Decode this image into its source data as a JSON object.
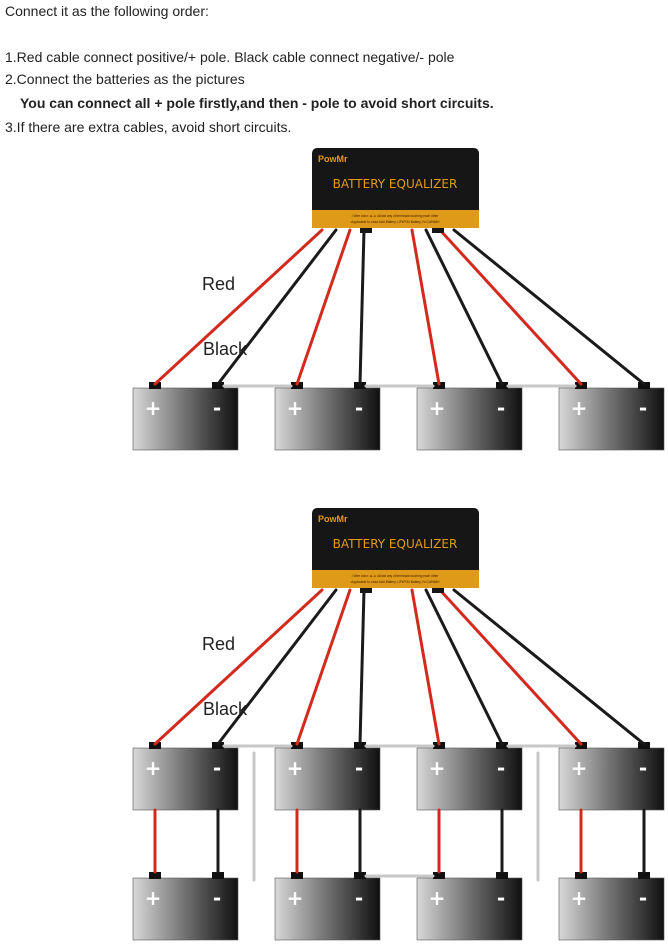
{
  "instructions": {
    "heading": "Connect it as the following order:",
    "step1": "1.Red cable connect positive/+ pole. Black cable connect negative/- pole",
    "step2": "2.Connect the batteries as the pictures",
    "step2_note": "You can connect all + pole firstly,and then - pole to avoid short circuits.",
    "step3": "3.If there are extra cables, avoid short circuits."
  },
  "equalizer": {
    "brand": "PowMr",
    "title": "BATTERY EQUALIZER",
    "fine_print_1": "• Wire color: ⊕-⊖ •Avoid any of terminals touching each other",
    "fine_print_2": "•Applicable to Lead Acid Battery, LiFePO4 Battery, Ni-Cd/NiMH"
  },
  "cable_labels": {
    "red": "Red",
    "black": "Black"
  },
  "terminals": {
    "positive": "+",
    "negative": "-"
  },
  "diagrams": {
    "top": {
      "battery_rows": 1,
      "batteries_per_row": 4
    },
    "bottom": {
      "battery_rows": 2,
      "batteries_per_row": 4
    }
  },
  "colors": {
    "red_cable": "#d42a1e",
    "black_cable": "#1a1a1a",
    "link_cable": "#c8c8c8",
    "strip": "#e09a1a"
  }
}
